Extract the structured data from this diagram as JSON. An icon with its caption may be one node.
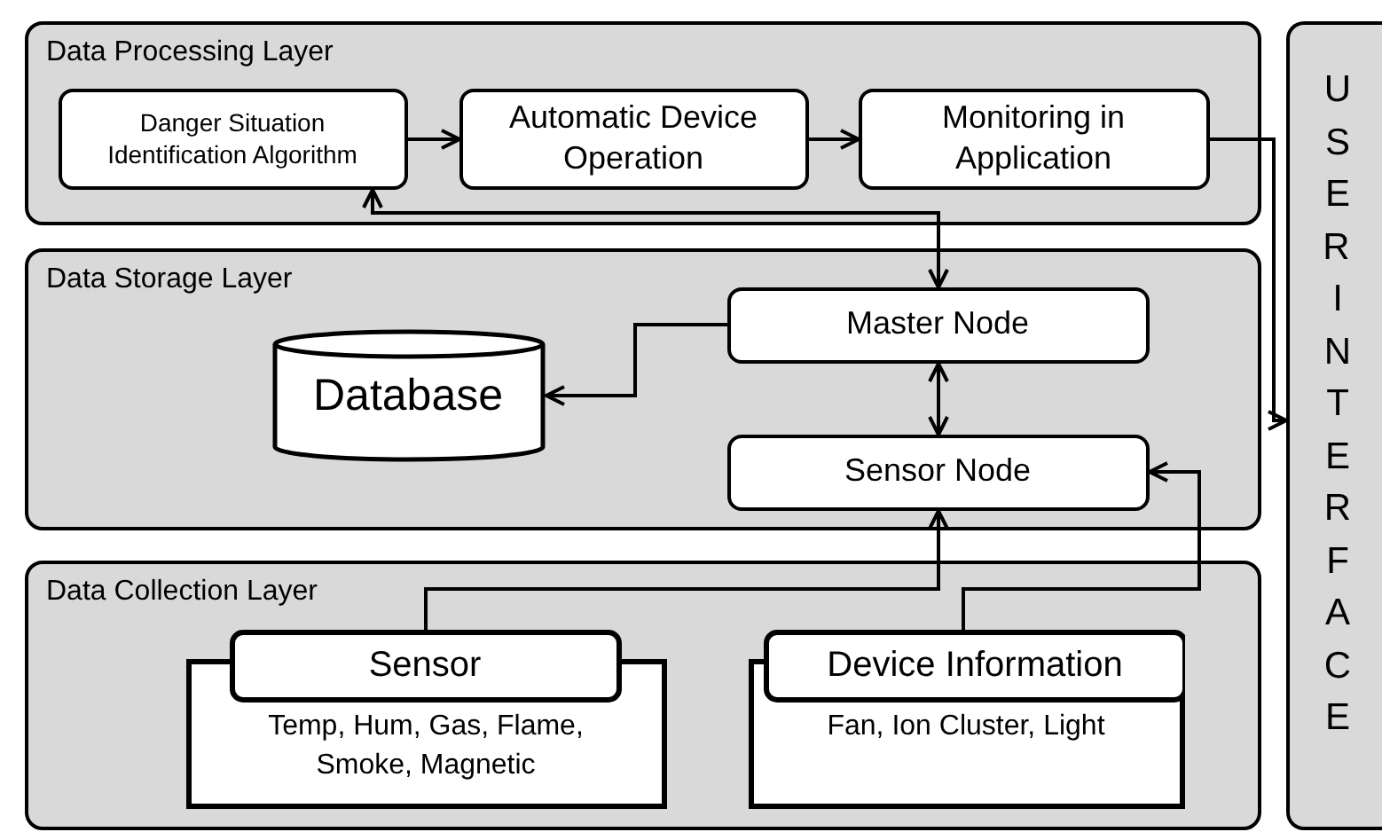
{
  "diagram": {
    "nodes": [
      {
        "text": [
          "Data Processing Layer"
        ]
      },
      {
        "text": [
          "Danger Situation Identification Algorithm"
        ],
        "in": 0
      },
      {
        "text": [
          "Automatic Device Operation"
        ],
        "in": 0
      },
      {
        "text": [
          "Monitoring in Application"
        ],
        "in": 0
      },
      {
        "text": [
          "Data Storage Layer"
        ]
      },
      {
        "text": [
          "Database"
        ],
        "in": 4
      },
      {
        "text": [
          "Master Node"
        ],
        "in": 4
      },
      {
        "text": [
          "Sensor Node"
        ],
        "in": 4
      },
      {
        "text": [
          "Data Collection Layer"
        ]
      },
      {
        "text": [
          "Sensor",
          "Temp, Hum, Gas, Flame, Smoke, Magnetic"
        ],
        "in": 8
      },
      {
        "text": [
          "Device Information",
          "Fan, Ion Cluster, Light"
        ],
        "in": 8
      },
      {
        "text": [
          "USER INTERFACE"
        ]
      }
    ],
    "edges": [
      {
        "from": 1,
        "to": 2,
        "arrow": "to"
      },
      {
        "from": 2,
        "to": 3,
        "arrow": "to"
      },
      {
        "from": 3,
        "to": 11,
        "arrow": "to"
      },
      {
        "from": 1,
        "to": 6,
        "arrow": "both"
      },
      {
        "from": 6,
        "to": 5,
        "arrow": "to"
      },
      {
        "from": 6,
        "to": 7,
        "arrow": "both"
      },
      {
        "from": 9,
        "to": 7,
        "arrow": "to"
      },
      {
        "from": 10,
        "to": 7,
        "arrow": "to"
      }
    ]
  }
}
